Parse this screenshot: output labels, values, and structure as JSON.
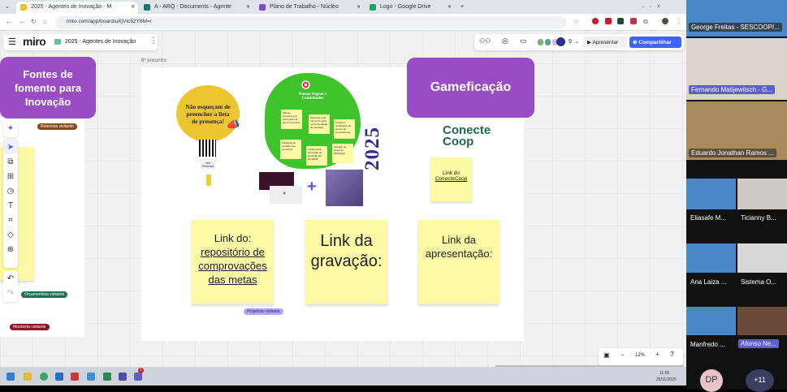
{
  "browser": {
    "tabs": [
      {
        "label": "2025 - Agentes de Inovação - M",
        "active": true,
        "color": "#e8c21e"
      },
      {
        "label": "A - ARQ - Documents - Agente",
        "active": false,
        "color": "#0b7a75"
      },
      {
        "label": "Plano de Trabalho - Núcleo",
        "active": false,
        "color": "#7b4bc8"
      },
      {
        "label": "Logo - Google Drive",
        "active": false,
        "color": "#1fa463"
      }
    ],
    "new_tab": "+",
    "url": "miro.com/app/board/uXjVIc52Y6M=/"
  },
  "miro": {
    "logo": "miro",
    "board_name": "2025 - Agentes de Inovação",
    "collaborator_count": "9",
    "present_label": "Apresentar",
    "share_label": "Compartilhar",
    "accent": "#4262ff",
    "zoom_level": "12%"
  },
  "board": {
    "frame_label": "5º encontro",
    "left_card": "Fontes de fomento para Inovação",
    "gamification_card": "Gameficação",
    "presence_reminder": "Não esqueçam de preencher a lista de presença!",
    "presence_link": "Link Presença",
    "rules_title": "Nossas Regras e Combinados",
    "rules": [
      "Marcar presença em pelo menos 8 dos 9 encontros",
      "Participar pelo menos 5 vezes na Comunidade de Inovação",
      "Ganhar 3 certificados de cursos do ConecteCoop",
      "Participar da verdade nos encontros",
      "Implementar uma ação de inovação até dez/2025",
      "Interagir no grupo do WhatsApp"
    ],
    "year": "2025",
    "plus": "+",
    "conecte_logo": "Conecte Coop",
    "conecte_link_prefix": "Link do",
    "conecte_link": "ConecteCoop",
    "sticky_repo_prefix": "Link do:",
    "sticky_repo_link": "repositório de comprovações das metas",
    "sticky_recording": "Link da gravação:",
    "sticky_presentation": "Link da apresentação:",
    "cursors": [
      {
        "label": "Roteirista visitante",
        "color": "#8a4a12"
      },
      {
        "label": "Projetista visitante",
        "color": "#8b7cf0"
      },
      {
        "label": "Orçamentista visitante",
        "color": "#1d6e57"
      },
      {
        "label": "Musicista visitante",
        "color": "#8b1224"
      }
    ]
  },
  "meeting": {
    "participants": [
      {
        "name": "George Freitas - SESCOOP/..."
      },
      {
        "name": "Fernando Matijewitsch - G..."
      },
      {
        "name": "Eduardo Jonathan Ramos ..."
      },
      {
        "name": "Eliasafe M..."
      },
      {
        "name": "Ticianny B..."
      },
      {
        "name": "Ana Laiza ..."
      },
      {
        "name": "Sistema O..."
      },
      {
        "name": "Manfredo ..."
      },
      {
        "name": "Afonso Ne..."
      }
    ],
    "avatar_initials": "DP",
    "overflow": "+11"
  },
  "taskbar": {
    "time": "11:55",
    "date": "25/11/2025",
    "teams_badge": "1"
  }
}
